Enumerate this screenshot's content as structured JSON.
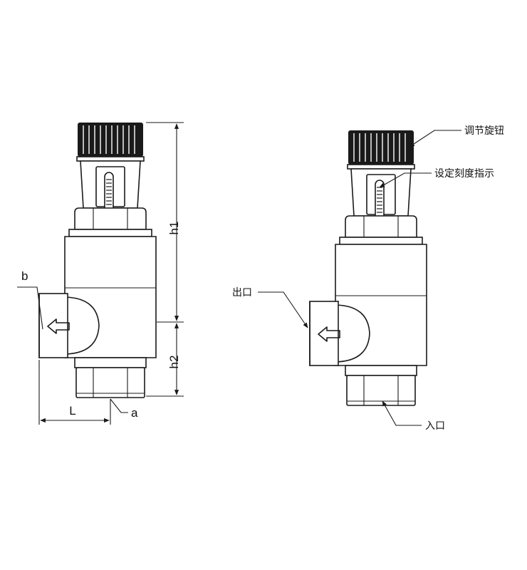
{
  "dimensions": {
    "h1": "h1",
    "h2": "h2",
    "L": "L",
    "a": "a",
    "b": "b"
  },
  "callouts": {
    "knob": "调节旋钮",
    "scale": "设定刻度指示",
    "outlet": "出口",
    "inlet": "入口"
  }
}
